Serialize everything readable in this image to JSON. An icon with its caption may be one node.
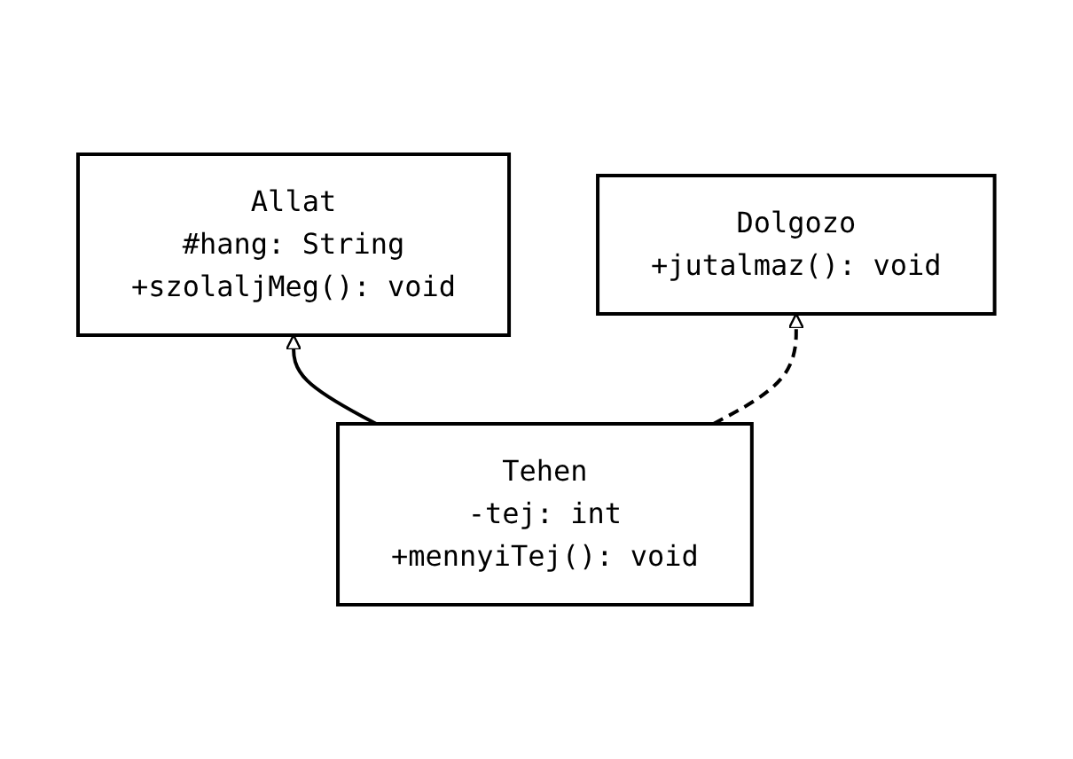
{
  "diagram": {
    "nodes": [
      {
        "text": [
          "Allat",
          "#hang: String",
          "+szolaljMeg(): void"
        ]
      },
      {
        "text": [
          "Dolgozo",
          "+jutalmaz(): void"
        ]
      },
      {
        "text": [
          "Tehen",
          "-tej: int",
          "+mennyiTej(): void"
        ]
      }
    ],
    "edges": [
      {
        "from": 2,
        "to": 0,
        "arrow": "to"
      },
      {
        "from": 2,
        "to": 1,
        "arrow": "to",
        "style": "dashed"
      }
    ]
  }
}
